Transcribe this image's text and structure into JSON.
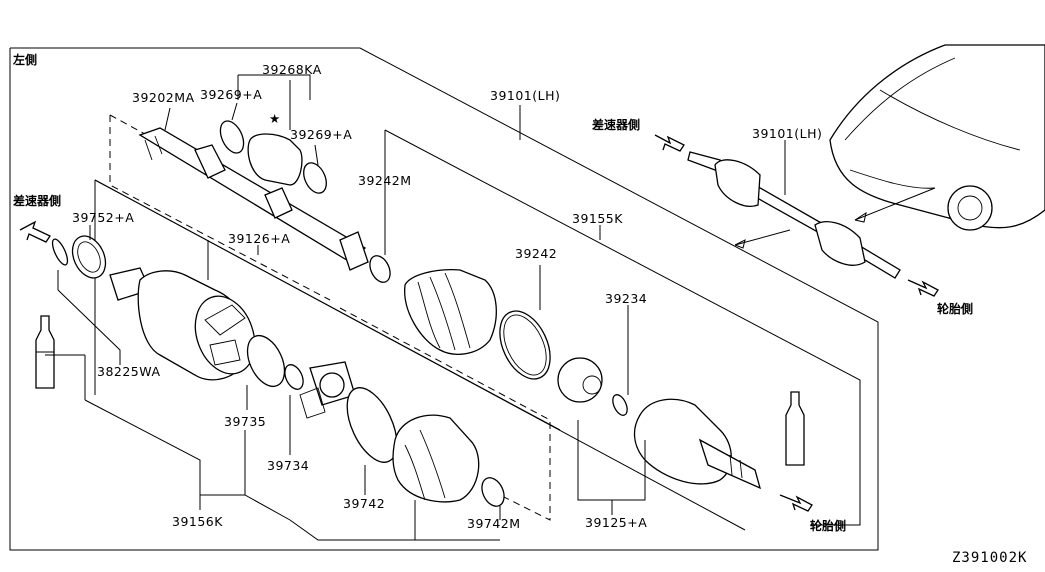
{
  "labels": {
    "left_side": "左側",
    "diff_side_left": "差速器側",
    "diff_side_right": "差速器側",
    "tire_side_top": "轮胎側",
    "tire_side_bottom": "轮胎側",
    "star": "★",
    "p39268KA": "39268KA",
    "p39269A_top": "39269+A",
    "p39269A_mid": "39269+A",
    "p39202MA": "39202MA",
    "p39101LH_main": "39101(LH)",
    "p39101LH_car": "39101(LH)",
    "p39242M": "39242M",
    "p39752A": "39752+A",
    "p39126A": "39126+A",
    "p39155K": "39155K",
    "p39242": "39242",
    "p39234": "39234",
    "p38225WA": "38225WA",
    "p39735": "39735",
    "p39734": "39734",
    "p39742": "39742",
    "p39742M": "39742M",
    "p39156K": "39156K",
    "p39125A": "39125+A",
    "diagram_id": "Z391002K"
  }
}
